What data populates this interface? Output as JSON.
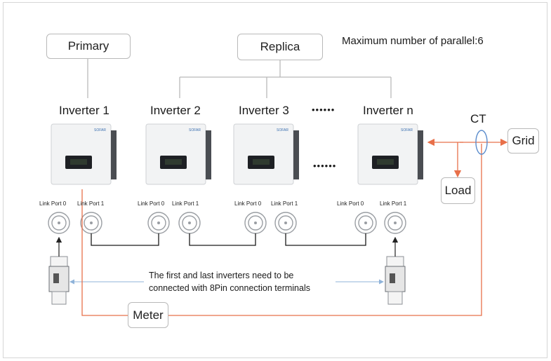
{
  "header": {
    "primary_label": "Primary",
    "replica_label": "Replica",
    "max_parallel_note": "Maximum number of parallel:6"
  },
  "inverters": [
    {
      "label": "Inverter 1",
      "brand": "SOFAR"
    },
    {
      "label": "Inverter 2",
      "brand": "SOFAR"
    },
    {
      "label": "Inverter 3",
      "brand": "SOFAR"
    },
    {
      "label": "Inverter n",
      "brand": "SOFAR"
    }
  ],
  "ellipsis_top": "••••••",
  "ellipsis_middle": "••••••",
  "link_ports": {
    "port0": "Link Port 0",
    "port1": "Link Port 1"
  },
  "boxes": {
    "ct_label": "CT",
    "grid_label": "Grid",
    "load_label": "Load",
    "meter_label": "Meter"
  },
  "note": {
    "line1": "The first and last inverters need to be",
    "line2": "connected with 8Pin connection terminals"
  },
  "colors": {
    "meter_line": "#e8704a",
    "link_line": "#1a1a1a",
    "arrow_blue": "#8fb3d9",
    "box_border": "#b9b9b9"
  }
}
